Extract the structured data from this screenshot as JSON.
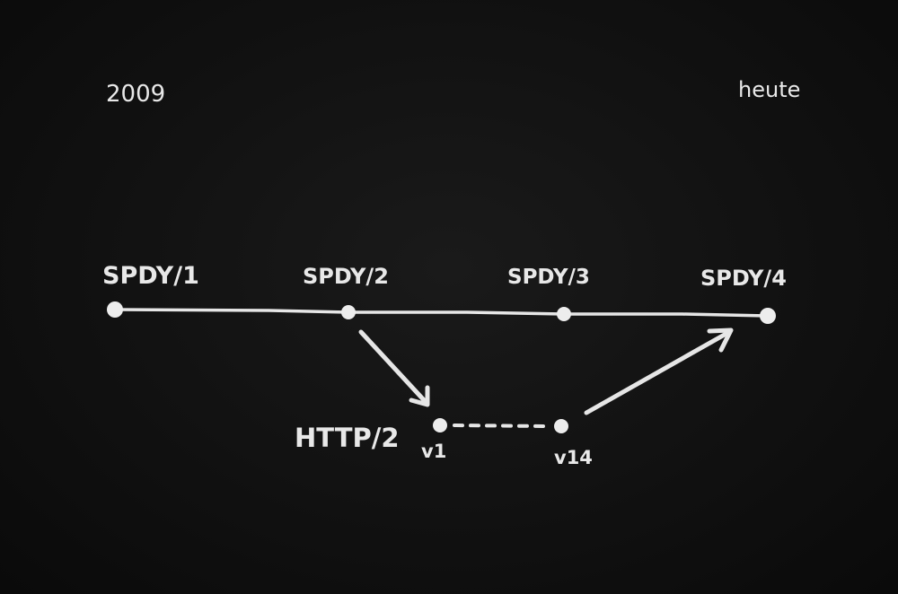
{
  "timeline": {
    "start_label": "2009",
    "end_label": "heute"
  },
  "spdy_versions": [
    {
      "label": "SPDY/1"
    },
    {
      "label": "SPDY/2"
    },
    {
      "label": "SPDY/3"
    },
    {
      "label": "SPDY/4"
    }
  ],
  "http2": {
    "label": "HTTP/2",
    "first_draft": "v1",
    "last_draft": "v14"
  },
  "colors": {
    "background": "#111111",
    "chalk": "#e8e8e8"
  }
}
